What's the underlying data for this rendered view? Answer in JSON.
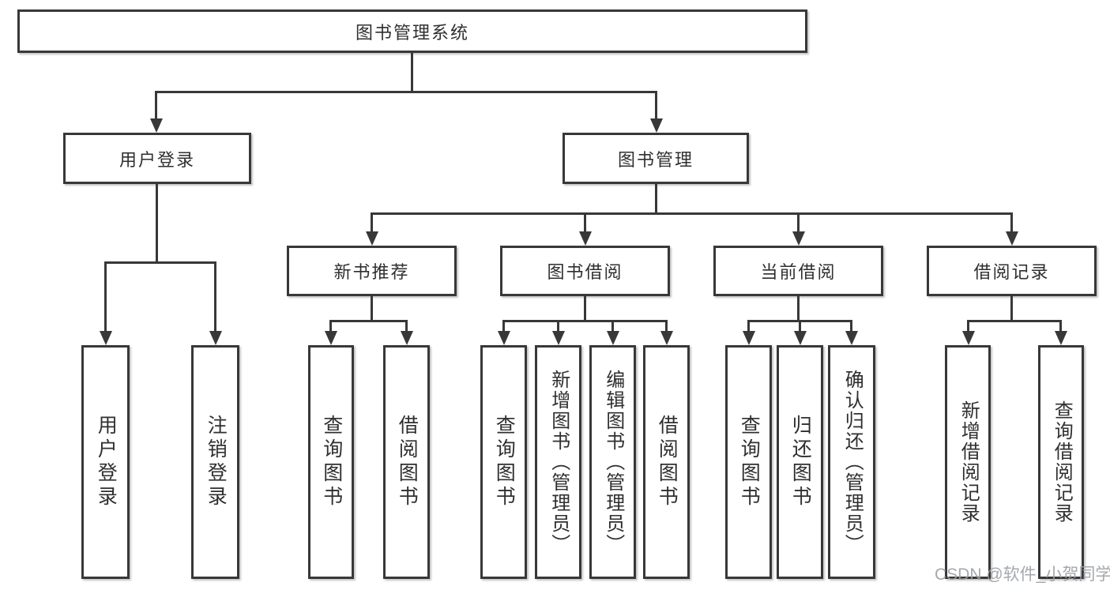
{
  "tree": {
    "label": "图书管理系统",
    "children": [
      {
        "label": "用户登录",
        "children": [
          {
            "label": "用户登录"
          },
          {
            "label": "注销登录"
          }
        ]
      },
      {
        "label": "图书管理",
        "children": [
          {
            "label": "新书推荐",
            "children": [
              {
                "label": "查询图书"
              },
              {
                "label": "借阅图书"
              }
            ]
          },
          {
            "label": "图书借阅",
            "children": [
              {
                "label": "查询图书"
              },
              {
                "label": "新增图书（管理员）"
              },
              {
                "label": "编辑图书（管理员）"
              },
              {
                "label": "借阅图书"
              }
            ]
          },
          {
            "label": "当前借阅",
            "children": [
              {
                "label": "查询图书"
              },
              {
                "label": "归还图书"
              },
              {
                "label": "确认归还（管理员）"
              }
            ]
          },
          {
            "label": "借阅记录",
            "children": [
              {
                "label": "新增借阅记录"
              },
              {
                "label": "查询借阅记录"
              }
            ]
          }
        ]
      }
    ]
  },
  "watermark": {
    "text": "CSDN @软件_小贺同学"
  },
  "colors": {
    "line": "#383838",
    "box_border": "#383838",
    "text": "#2f2f2f",
    "background": "#ffffff",
    "watermark": "#9b9fa5"
  }
}
